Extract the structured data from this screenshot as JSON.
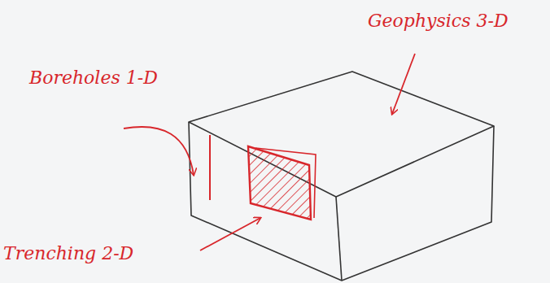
{
  "diagram": {
    "labels": [
      "Geophysics 3-D",
      "Boreholes 1-D",
      "Trenching 2-D"
    ]
  }
}
